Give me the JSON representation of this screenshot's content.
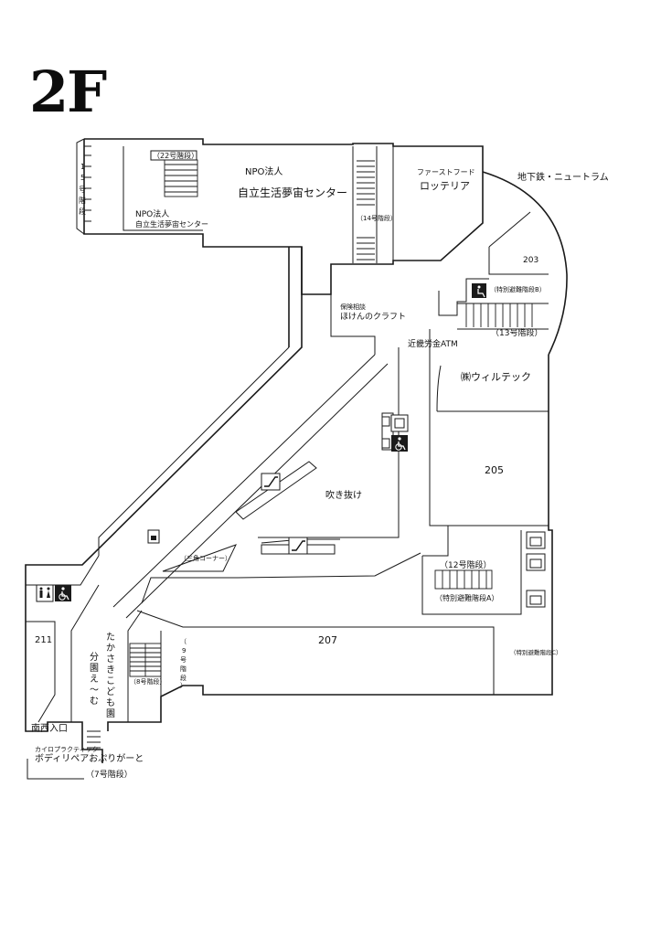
{
  "floor": "2F",
  "areas": {
    "npo_small": {
      "line1": "NPO法人",
      "line2": "自立生活夢宙センター"
    },
    "npo_main": {
      "line1": "NPO法人",
      "line2": "自立生活夢宙センター"
    },
    "fastfood": {
      "line1": "ファーストフード",
      "line2": "ロッテリア"
    },
    "subway": "地下鉄・ニュートラム",
    "room_203": "203",
    "hoken": {
      "line1": "保険相談",
      "line2": "ほけんのクラフト"
    },
    "atm": "近畿労金ATM",
    "willtec": "㈱ウィルテック",
    "room_205": "205",
    "atrium": "吹き抜け",
    "triangle": "（三角コーナー）",
    "room_207": "207",
    "room_211": "211",
    "nursery": {
      "line1": "たかさきこども園",
      "line2": "分園え～む"
    },
    "south_west_entrance": "南西入口",
    "chiro": {
      "line1": "カイロプラクティック",
      "line2": "ボディリペアおぷりがーと"
    }
  },
  "stairs": {
    "s22": "（22号階段）",
    "s15": [
      "1",
      "5",
      "号",
      "階",
      "段"
    ],
    "s14": "（14号階段）",
    "sp_b": "（特別避難階段B）",
    "s13": "（13号階段）",
    "s12": "（12号階段）",
    "sp_a": "（特別避難階段A）",
    "sp_c": "（特別避難階段C）",
    "s9": [
      "（",
      "9",
      "号",
      "階",
      "段",
      "）"
    ],
    "s8": "（8号階段）",
    "s7": "（7号階段）"
  },
  "icons": [
    "elevator-icon",
    "wheelchair-icon",
    "escalator-icon",
    "restroom-icon",
    "phone-icon"
  ]
}
